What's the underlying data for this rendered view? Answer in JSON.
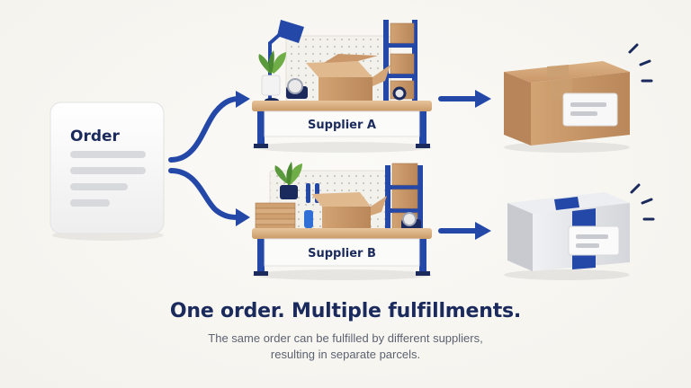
{
  "order_card": {
    "title": "Order"
  },
  "suppliers": [
    {
      "label": "Supplier A"
    },
    {
      "label": "Supplier B"
    }
  ],
  "headline": "One order. Multiple fulfillments.",
  "subtext": {
    "line1": "The same order can be fulfilled by different suppliers,",
    "line2": "resulting in separate parcels."
  },
  "colors": {
    "navy": "#1b2a5c",
    "arrow_blue": "#2448a8",
    "wood": "#d9b48a",
    "cardboard": "#c99a68",
    "gray_parcel": "#e3e4e8"
  }
}
